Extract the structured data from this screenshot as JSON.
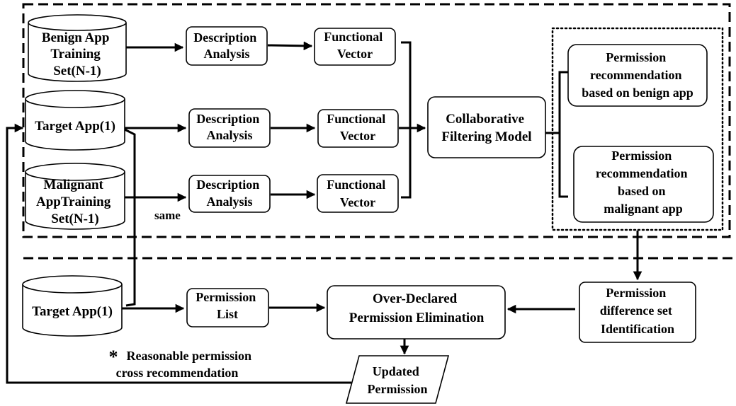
{
  "nodes": {
    "benign_training_set": [
      "Benign  App",
      "Training",
      "Set(N-1)"
    ],
    "target_app_top": [
      "Target App(1)"
    ],
    "malignant_training_set": [
      "Malignant",
      "AppTraining",
      "Set(N-1)"
    ],
    "description_analysis_1": [
      "Description",
      "Analysis"
    ],
    "description_analysis_2": [
      "Description",
      "Analysis"
    ],
    "description_analysis_3": [
      "Description",
      "Analysis"
    ],
    "functional_vector_1": [
      "Functional",
      "Vector"
    ],
    "functional_vector_2": [
      "Functional",
      "Vector"
    ],
    "functional_vector_3": [
      "Functional",
      "Vector"
    ],
    "collaborative_filtering_model": [
      "Collaborative",
      "Filtering Model"
    ],
    "rec_benign": [
      "Permission",
      "recommendation",
      "based on benign app"
    ],
    "rec_malignant": [
      "Permission",
      "recommendation",
      "based on",
      "malignant app"
    ],
    "target_app_bottom": [
      "Target App(1)"
    ],
    "permission_list": [
      "Permission",
      "List"
    ],
    "over_declared_elimination": [
      "Over-Declared",
      "Permission Elimination"
    ],
    "permission_difference_set": [
      "Permission",
      "difference set",
      "Identification"
    ],
    "updated_permission": [
      "Updated",
      "Permission"
    ]
  },
  "annotations": {
    "same": "same",
    "cross_recommendation_star": "*",
    "cross_recommendation": [
      "Reasonable permission",
      "cross recommendation"
    ]
  }
}
